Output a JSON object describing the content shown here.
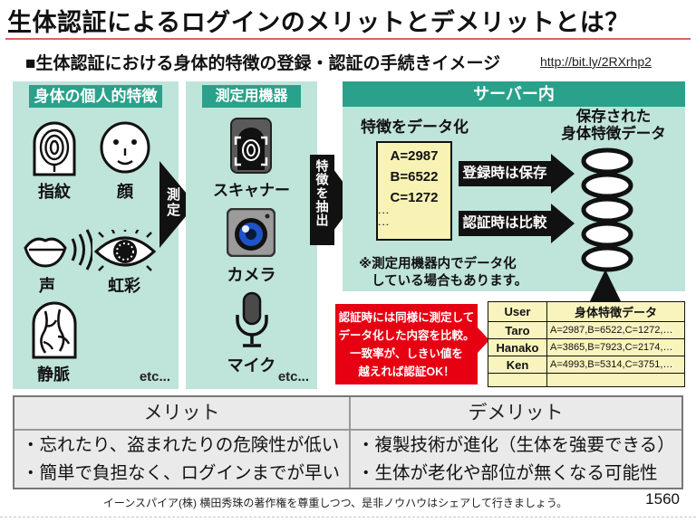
{
  "slide": {
    "title": "生体認証によるログインのメリットとデメリットとは？",
    "subtitle": "■生体認証における身体的特徴の登録・認証の手続きイメージ",
    "url": "http://bit.ly/2RXrhp2",
    "footer_credit": "イーンスパイア(株) 横田秀珠の著作権を尊重しつつ、是非ノウハウはシェアして行きましょう。",
    "page_number": "1560"
  },
  "colors": {
    "teal_header": "#2aa18a",
    "panel_mint": "#bfe4da",
    "accent_red": "#e60012",
    "data_yellow": "#f8f3b5",
    "table_yellow": "#f9f4be"
  },
  "flow": {
    "measure_arrow": "測定",
    "extract_arrow": "特徴を抽出"
  },
  "features": {
    "header": "身体の個人的特徴",
    "items": [
      {
        "label": "指紋",
        "icon": "fingerprint-icon"
      },
      {
        "label": "顔",
        "icon": "face-icon"
      },
      {
        "label": "声",
        "icon": "voice-icon"
      },
      {
        "label": "虹彩",
        "icon": "iris-icon"
      },
      {
        "label": "静脈",
        "icon": "vein-icon"
      }
    ],
    "etc": "etc..."
  },
  "devices": {
    "header": "測定用機器",
    "items": [
      {
        "label": "スキャナー",
        "icon": "scanner-icon"
      },
      {
        "label": "カメラ",
        "icon": "camera-icon"
      },
      {
        "label": "マイク",
        "icon": "microphone-icon"
      }
    ],
    "etc": "etc..."
  },
  "server": {
    "header": "サーバー内",
    "digitize_title": "特徴をデータ化",
    "data_values": [
      "A=2987",
      "B=6522",
      "C=1272"
    ],
    "dots": "⋮⋮",
    "register_label": "登録時は保存",
    "verify_label": "認証時は比較",
    "stored_line1": "保存された",
    "stored_line2": "身体特徴データ",
    "note_line1": "※測定用機器内でデータ化",
    "note_line2": "している場合もあります。"
  },
  "auth_callout": {
    "lines": [
      "認証時には同様に測定して",
      "データ化した内容を比較。",
      "一致率が、しきい値を",
      "越えれば認証OK！"
    ]
  },
  "user_table": {
    "col_user": "User",
    "col_data": "身体特徴データ",
    "rows": [
      {
        "user": "Taro",
        "data": "A=2987,B=6522,C=1272,…"
      },
      {
        "user": "Hanako",
        "data": "A=3865,B=7923,C=2174,…"
      },
      {
        "user": "Ken",
        "data": "A=4993,B=5314,C=3751,…"
      }
    ]
  },
  "comparison": {
    "merit_header": "メリット",
    "demerit_header": "デメリット",
    "merits": [
      "・忘れたり、盗まれたりの危険性が低い",
      "・簡単で負担なく、ログインまでが早い"
    ],
    "demerits": [
      "・複製技術が進化（生体を強要できる）",
      "・生体が老化や部位が無くなる可能性"
    ]
  }
}
